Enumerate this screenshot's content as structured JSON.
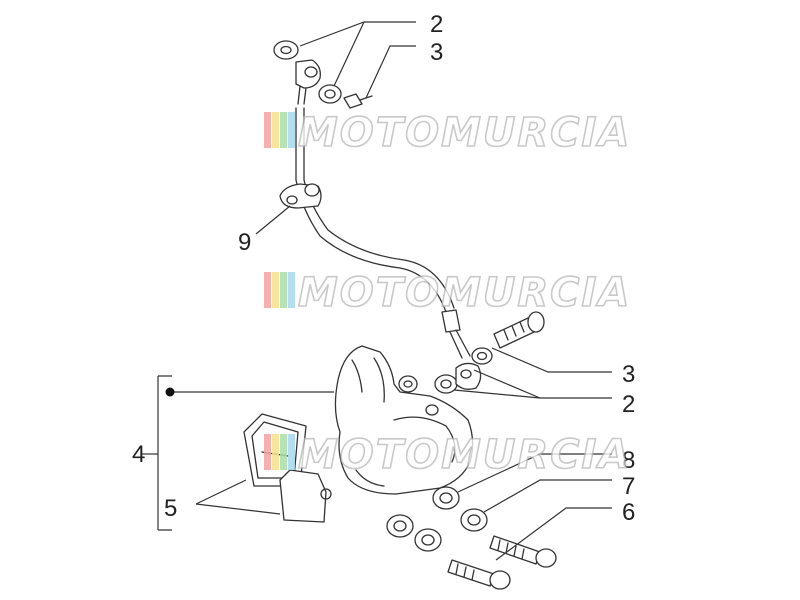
{
  "watermark": {
    "text": "MOTOMURCIA",
    "stripe_colors": [
      "#f5a3a3",
      "#f7e08a",
      "#a8e0a8",
      "#a8d8f0"
    ]
  },
  "callouts": {
    "c2_top": "2",
    "c3_top": "3",
    "c9": "9",
    "c3_mid": "3",
    "c2_mid": "2",
    "c4": "4",
    "c8": "8",
    "c7": "7",
    "c5": "5",
    "c6": "6"
  }
}
